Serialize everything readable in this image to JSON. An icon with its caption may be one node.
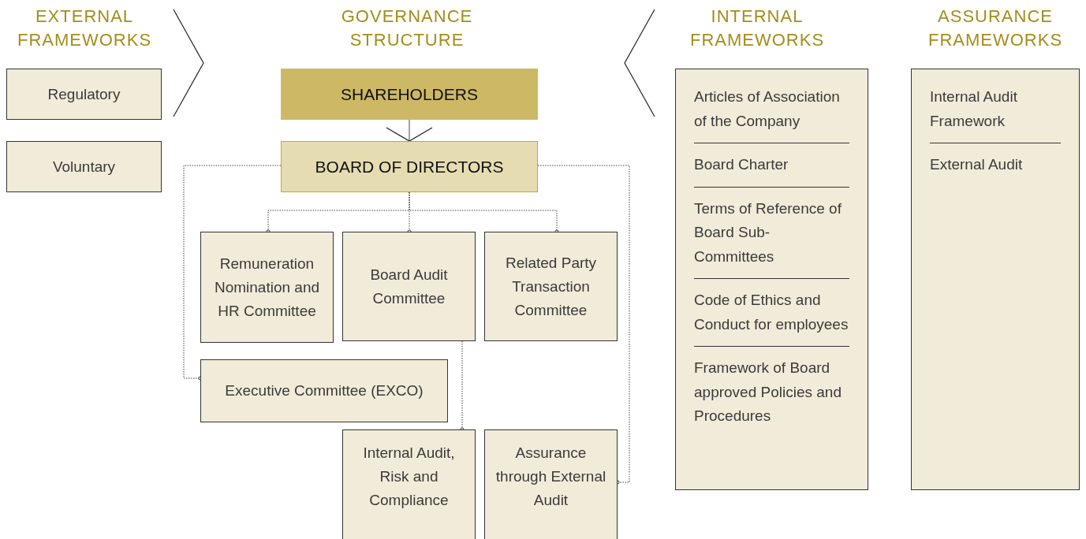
{
  "diagram": {
    "nodes": [
      {
        "text": [
          "Regulatory"
        ]
      },
      {
        "text": [
          "Voluntary"
        ]
      },
      {
        "text": [
          "SHAREHOLDERS"
        ]
      },
      {
        "text": [
          "BOARD OF DIRECTORS"
        ]
      },
      {
        "text": [
          "Remuneration Nomination and HR Committee"
        ]
      },
      {
        "text": [
          "Board Audit Committee"
        ]
      },
      {
        "text": [
          "Related Party Transaction Committee"
        ]
      },
      {
        "text": [
          "Executive Committee (EXCO)"
        ]
      },
      {
        "text": [
          "Internal Audit, Risk and Compliance"
        ]
      },
      {
        "text": [
          "Assurance through External Audit"
        ]
      },
      {
        "text": [
          "Articles of Association of the Company",
          "Board Charter",
          "Terms of Reference of Board Sub-Committees",
          "Code of Ethics and Conduct for employees",
          "Framework of Board approved Policies and Procedures"
        ]
      },
      {
        "text": [
          "Internal Audit Framework",
          "External Audit"
        ]
      }
    ],
    "edges": [
      {
        "from": 2,
        "to": 3,
        "arrow": "to"
      },
      {
        "from": 3,
        "to": 4,
        "arrow": "other",
        "style": "dashed"
      },
      {
        "from": 3,
        "to": 5,
        "arrow": "other",
        "style": "dashed"
      },
      {
        "from": 3,
        "to": 6,
        "arrow": "other",
        "style": "dashed"
      },
      {
        "from": 3,
        "to": 7,
        "arrow": "other",
        "style": "dashed"
      },
      {
        "from": 3,
        "to": 9,
        "arrow": "other",
        "style": "dashed"
      },
      {
        "from": 5,
        "to": 8,
        "arrow": "other",
        "style": "dashed"
      }
    ],
    "labels": [
      "EXTERNAL FRAMEWORKS",
      "GOVERNANCE STRUCTURE",
      "INTERNAL FRAMEWORKS",
      "ASSURANCE FRAMEWORKS"
    ]
  }
}
